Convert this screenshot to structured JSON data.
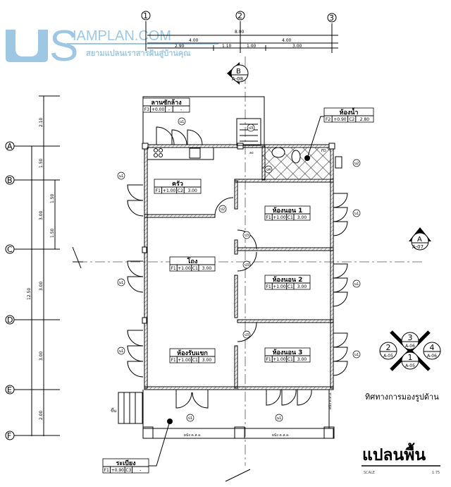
{
  "watermark": {
    "brand": "IAMPLAN.COM",
    "tagline": "สยามแปลนเราสารฝันสู่บ้านคุณ"
  },
  "grid_columns": [
    "1",
    "2",
    "3"
  ],
  "grid_rows": [
    "A",
    "B",
    "C",
    "D",
    "E",
    "F"
  ],
  "dimensions_horizontal": {
    "total": "8.00",
    "halves": [
      "4.00",
      "4.00"
    ],
    "segments": [
      "2.90",
      "1.10",
      "1.00",
      "3.00"
    ]
  },
  "dimensions_vertical": {
    "total": "12.50",
    "segments": [
      "2.10",
      "1.50",
      "3.00",
      "3.00",
      "3.00",
      "2.00"
    ],
    "sub_segments": [
      "1.50",
      "1.50"
    ]
  },
  "section_marks": [
    {
      "letter": "B",
      "sheet": "A-08"
    },
    {
      "letter": "A",
      "sheet": "A-07"
    }
  ],
  "rooms": [
    {
      "name": "ลานซักล้าง",
      "floor": "F3",
      "level": "+0.00",
      "ceiling": "-",
      "height": "-"
    },
    {
      "name": "ครัว",
      "floor": "F1",
      "level": "+1.00",
      "ceiling": "C2",
      "height": "3.00"
    },
    {
      "name": "ห้องน้ำ",
      "floor": "F2",
      "level": "+0.90",
      "ceiling": "C2",
      "height": "2.80"
    },
    {
      "name": "ห้องนอน 1",
      "floor": "F1",
      "level": "+1.00",
      "ceiling": "C1",
      "height": "3.00"
    },
    {
      "name": "โถง",
      "floor": "F1",
      "level": "+1.00",
      "ceiling": "C1",
      "height": "3.00"
    },
    {
      "name": "ห้องนอน 2",
      "floor": "F1",
      "level": "+1.00",
      "ceiling": "C1",
      "height": "3.00"
    },
    {
      "name": "ห้องรับแขก",
      "floor": "F1",
      "level": "+1.00",
      "ceiling": "C1",
      "height": "3.00"
    },
    {
      "name": "ห้องนอน 3",
      "floor": "F1",
      "level": "+1.00",
      "ceiling": "C1",
      "height": "3.00"
    },
    {
      "name": "ระเบียง",
      "floor": "F1",
      "level": "+0.90",
      "ceiling": "C3",
      "height": "-"
    }
  ],
  "door_window_tags": [
    "น1",
    "น1",
    "น1",
    "น1",
    "น1",
    "น1",
    "น1",
    "น2",
    "ป1",
    "ป2",
    "ป3",
    "ป3",
    "ป3",
    "ป3",
    "ป4",
    "น1"
  ],
  "annotations": {
    "stair_up": "ขึ้น",
    "rc_wall": "ผนัง ค.ส.ล.",
    "drain": "FD",
    "pipe": "ลง"
  },
  "elevation_key": {
    "title": "ทิศทางการมองรูปด้าน",
    "marks": [
      {
        "num": "3",
        "sheet": "A-06"
      },
      {
        "num": "2",
        "sheet": "A-05"
      },
      {
        "num": "4",
        "sheet": "A-06"
      },
      {
        "num": "1",
        "sheet": "A-05"
      }
    ]
  },
  "title_block": {
    "title": "แปลนพื้น",
    "scale_label": "SCALE",
    "scale_value": "1:75"
  }
}
